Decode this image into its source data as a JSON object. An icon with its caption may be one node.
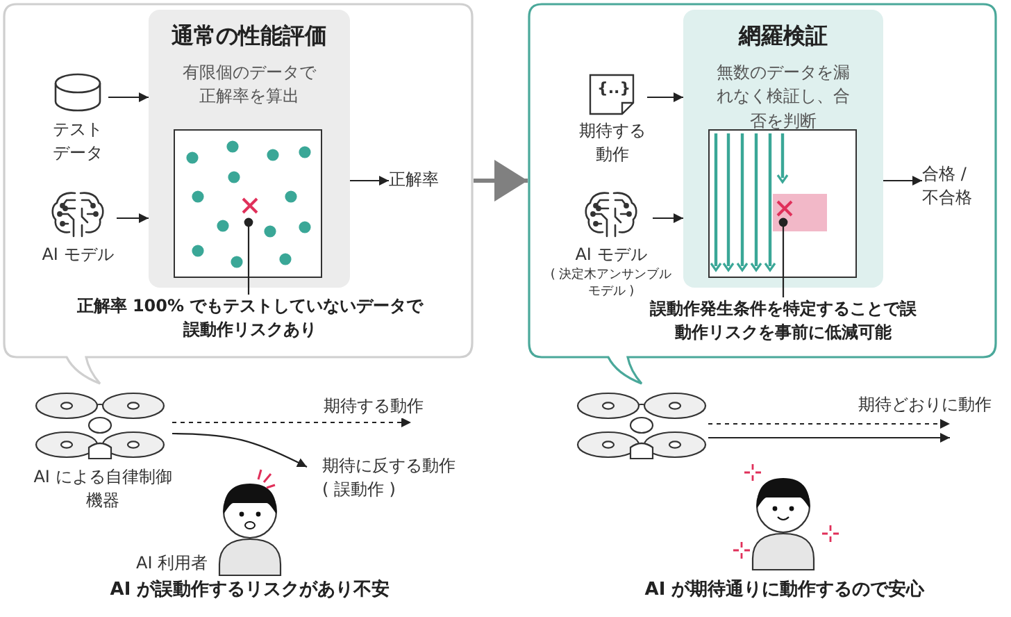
{
  "diagram": {
    "nodes": [
      {
        "text": [],
        "shape": "box"
      },
      {
        "text": [
          "通常の性能評価",
          "有限個のデータで正解率を算出"
        ],
        "in": 0
      },
      {
        "text": [],
        "shape": "box",
        "in": 1
      },
      {
        "text": [],
        "shape": "cross",
        "in": 2
      },
      {
        "text": [
          "テストデータ"
        ],
        "in": 0
      },
      {
        "text": [
          "AI モデル"
        ],
        "in": 0
      },
      {
        "text": [
          "正解率"
        ],
        "in": 0
      },
      {
        "text": [
          "正解率 100% でもテストしていないデータで誤動作リスクあり"
        ],
        "in": 0
      },
      {
        "text": [],
        "shape": "box"
      },
      {
        "text": [
          "網羅検証",
          "無数のデータを漏れなく検証し、合否を判断"
        ],
        "in": 8
      },
      {
        "text": [],
        "shape": "box",
        "in": 9
      },
      {
        "text": [],
        "shape": "cross",
        "in": 10
      },
      {
        "text": [
          "{..}",
          "期待する動作"
        ],
        "in": 8
      },
      {
        "text": [
          "AI モデル",
          "( 決定木アンサンブルモデル )"
        ],
        "in": 8
      },
      {
        "text": [
          "合格 /不合格"
        ],
        "in": 8
      },
      {
        "text": [
          "誤動作発生条件を特定することで誤動作リスクを事前に低減可能"
        ],
        "in": 8
      },
      {
        "text": [
          "AI による自律制御機器"
        ]
      },
      {
        "text": [],
        "shape": "picture"
      }
    ],
    "edges": [
      {
        "from": 4,
        "to": 1,
        "arrow": "to"
      },
      {
        "from": 5,
        "to": 1,
        "arrow": "to"
      },
      {
        "from": 1,
        "to": 6,
        "arrow": "to"
      },
      {
        "from": 7,
        "to": 3,
        "arrow": "other"
      },
      {
        "from": 0,
        "to": 8,
        "arrow": "to",
        "style": "thick",
        "color": "#808080"
      },
      {
        "from": 12,
        "to": 9,
        "arrow": "to"
      },
      {
        "from": 13,
        "to": 9,
        "arrow": "to"
      },
      {
        "from": 9,
        "to": 14,
        "arrow": "to"
      },
      {
        "from": 15,
        "to": 11,
        "arrow": "other"
      },
      {
        "from": 16,
        "to": null,
        "arrow": "to",
        "style": "dashed",
        "label": "期待する動作"
      },
      {
        "from": 16,
        "to": null,
        "arrow": "to",
        "label": "期待に反する動作( 誤動作 )"
      },
      {
        "from": 17,
        "to": null,
        "arrow": "to",
        "style": "dashed",
        "label": "期待どおりに動作"
      },
      {
        "from": 17,
        "to": null,
        "arrow": "to"
      }
    ],
    "labels": [
      "AI 利用者",
      "AI が誤動作するリスクがあり不安",
      "AI が期待通りに動作するので安心"
    ]
  }
}
